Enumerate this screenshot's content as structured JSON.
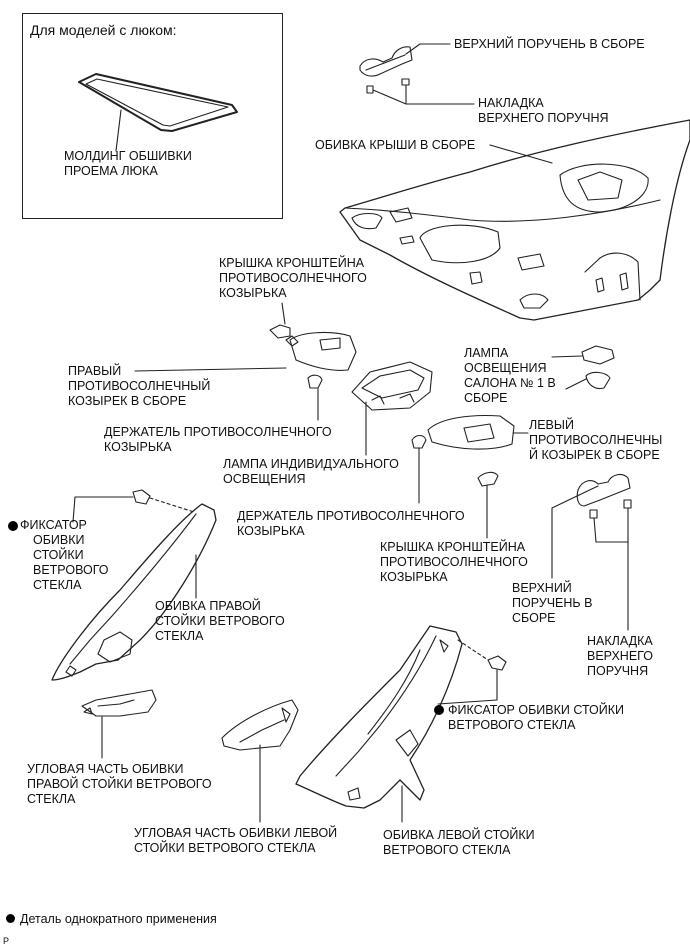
{
  "inset_title": "Для моделей с люком:",
  "labels": {
    "upper_grip_top": "ВЕРХНИЙ ПОРУЧЕНЬ В СБОРЕ",
    "grip_cover_top": [
      "НАКЛАДКА",
      "ВЕРХНЕГО ПОРУЧНЯ"
    ],
    "roof_headlining": "ОБИВКА КРЫШИ В СБОРЕ",
    "sunroof_molding": [
      "МОЛДИНГ ОБШИВКИ",
      "ПРОЕМА ЛЮКА"
    ],
    "visor_bracket_cover_r": [
      "КРЫШКА КРОНШТЕЙНА",
      "ПРОТИВОСОЛНЕЧНОГО",
      "КОЗЫРЬКА"
    ],
    "room_lamp": [
      "ЛАМПА",
      "ОСВЕЩЕНИЯ",
      "САЛОНА № 1 В",
      "СБОРЕ"
    ],
    "visor_r": [
      "ПРАВЫЙ",
      "ПРОТИВОСОЛНЕЧНЫЙ",
      "КОЗЫРЕК В СБОРЕ"
    ],
    "visor_holder_r": [
      "ДЕРЖАТЕЛЬ ПРОТИВОСОЛНЕЧНОГО",
      "КОЗЫРЬКА"
    ],
    "visor_l": [
      "ЛЕВЫЙ",
      "ПРОТИВОСОЛНЕЧНЫ",
      "Й КОЗЫРЕК В СБОРЕ"
    ],
    "map_lamp": [
      "ЛАМПА ИНДИВИДУАЛЬНОГО",
      "ОСВЕЩЕНИЯ"
    ],
    "pillar_clip_r": [
      "ФИКСАТОР",
      "ОБИВКИ",
      "СТОЙКИ",
      "ВЕТРОВОГО",
      "СТЕКЛА"
    ],
    "visor_holder_l": [
      "ДЕРЖАТЕЛЬ ПРОТИВОСОЛНЕЧНОГО",
      "КОЗЫРЬКА"
    ],
    "visor_bracket_cover_l": [
      "КРЫШКА КРОНШТЕЙНА",
      "ПРОТИВОСОЛНЕЧНОГО",
      "КОЗЫРЬКА"
    ],
    "pillar_garnish_r": [
      "ОБИВКА ПРАВОЙ",
      "СТОЙКИ ВЕТРОВОГО",
      "СТЕКЛА"
    ],
    "upper_grip_right": [
      "ВЕРХНИЙ",
      "ПОРУЧЕНЬ В",
      "СБОРЕ"
    ],
    "grip_cover_right": [
      "НАКЛАДКА",
      "ВЕРХНЕГО",
      "ПОРУЧНЯ"
    ],
    "pillar_clip_l": [
      "ФИКСАТОР ОБИВКИ СТОЙКИ",
      "ВЕТРОВОГО СТЕКЛА"
    ],
    "corner_piece_r": [
      "УГЛОВАЯ ЧАСТЬ ОБИВКИ",
      "ПРАВОЙ СТОЙКИ ВЕТРОВОГО",
      "СТЕКЛА"
    ],
    "corner_piece_l": [
      "УГЛОВАЯ ЧАСТЬ ОБИВКИ ЛЕВОЙ",
      "СТОЙКИ ВЕТРОВОГО СТЕКЛА"
    ],
    "pillar_garnish_l": [
      "ОБИВКА ЛЕВОЙ СТОЙКИ",
      "ВЕТРОВОГО СТЕКЛА"
    ]
  },
  "footnote": "Деталь однократного применения",
  "corner_mark": "P"
}
